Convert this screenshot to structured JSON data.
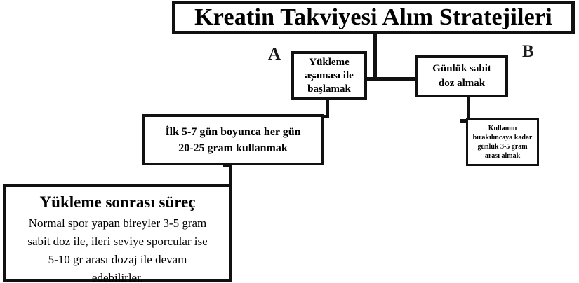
{
  "title": {
    "text": "Kreatin Takviyesi Alım Stratejileri"
  },
  "branches": {
    "a": {
      "letter": "A",
      "box": {
        "lines": [
          "Yükleme",
          "aşaması ile",
          "başlamak"
        ]
      },
      "detail": {
        "lines": [
          "İlk 5-7 gün boyunca her gün",
          "20-25 gram kullanmak"
        ]
      },
      "followup": {
        "heading": "Yükleme sonrası süreç",
        "lines": [
          "Normal spor yapan bireyler 3-5 gram",
          "sabit doz ile, ileri seviye sporcular ise",
          "5-10 gr arası dozaj ile devam",
          "edebilirler."
        ]
      }
    },
    "b": {
      "letter": "B",
      "box": {
        "lines": [
          "Günlük sabit",
          "doz almak"
        ]
      },
      "detail": {
        "lines": [
          "Kullanım",
          "bırakılıncaya kadar",
          "günlük 3-5 gram",
          "arası almak"
        ]
      }
    }
  },
  "colors": {
    "border": "#111111",
    "background": "#ffffff",
    "text": "#000000"
  }
}
